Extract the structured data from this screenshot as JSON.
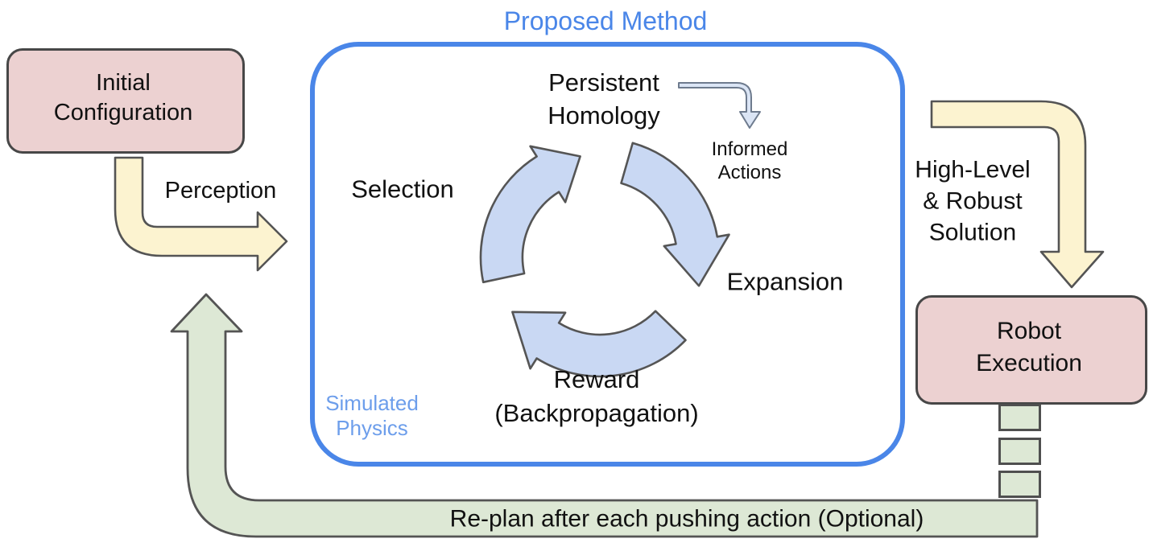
{
  "diagram": {
    "title": "Proposed Method",
    "boxes": {
      "initial_configuration": "Initial\nConfiguration",
      "robot_execution": "Robot\nExecution"
    },
    "cycle": {
      "selection": "Selection",
      "expansion": "Expansion",
      "reward": "Reward\n(Backpropagation)"
    },
    "labels": {
      "perception": "Perception",
      "persistent_homology": "Persistent\nHomology",
      "informed_actions": "Informed\nActions",
      "simulated_physics": "Simulated\nPhysics",
      "high_level_solution": "High-Level\n& Robust\nSolution",
      "replan": "Re-plan after each pushing action (Optional)"
    },
    "arrows": {
      "perception_arrow": "yellow-elbow-arrow-right",
      "solution_arrow": "yellow-elbow-arrow-down",
      "replan_arrow": "green-elbow-arrow-up",
      "informed_actions_arrow": "thin-curved-arrow-down",
      "cycle_arrows": "three-clockwise-curved-arrows"
    },
    "colors": {
      "blue_accent": "#4a86e8",
      "light_blue_text": "#6d9eeb",
      "pink_fill": "#ecd1d1",
      "yellow_fill": "#fcf3d0",
      "green_fill": "#dde8d5",
      "cycle_arrow_fill": "#c9d8f3",
      "outline": "#545454"
    }
  }
}
